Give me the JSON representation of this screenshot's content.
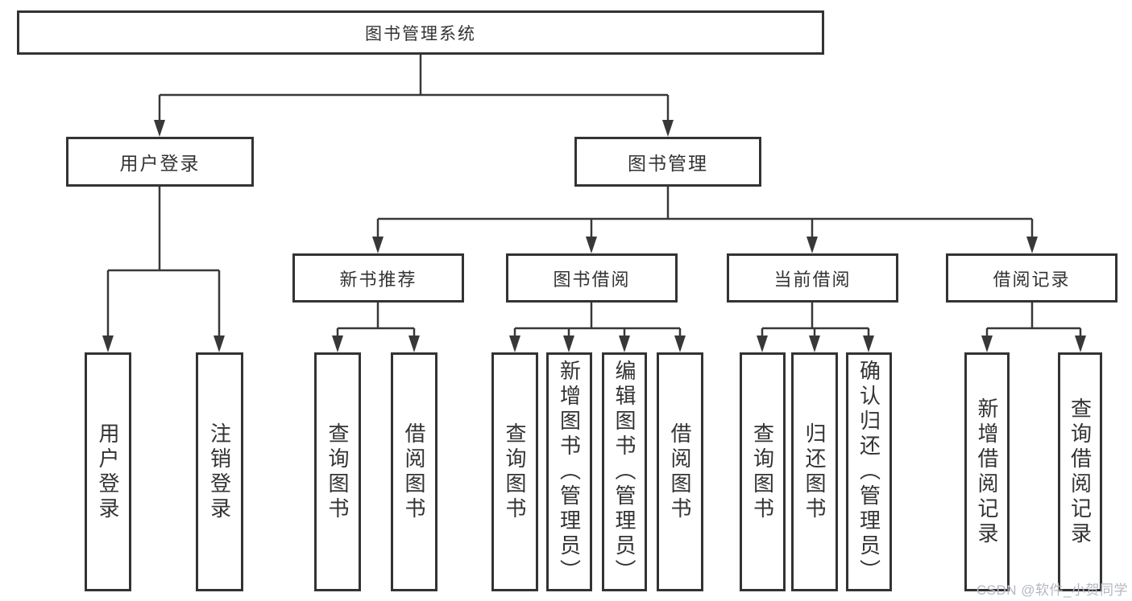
{
  "diagram": {
    "root": {
      "label": "图书管理系统"
    },
    "level2": [
      {
        "id": "user-login",
        "label": "用户登录"
      },
      {
        "id": "book-management",
        "label": "图书管理"
      }
    ],
    "level3": [
      {
        "id": "new-book-recommend",
        "label": "新书推荐"
      },
      {
        "id": "book-borrow",
        "label": "图书借阅"
      },
      {
        "id": "current-borrow",
        "label": "当前借阅"
      },
      {
        "id": "borrow-records",
        "label": "借阅记录"
      }
    ],
    "leaves": {
      "user_login": [
        {
          "label": "用户登录"
        },
        {
          "label": "注销登录"
        }
      ],
      "new_book": [
        {
          "label": "查询图书"
        },
        {
          "label": "借阅图书"
        }
      ],
      "book_borrow": [
        {
          "label": "查询图书"
        },
        {
          "label": "新增图书（管理员）"
        },
        {
          "label": "编辑图书（管理员）"
        },
        {
          "label": "借阅图书"
        }
      ],
      "current_borrow": [
        {
          "label": "查询图书"
        },
        {
          "label": "归还图书"
        },
        {
          "label": "确认归还（管理员）"
        }
      ],
      "borrow_records": [
        {
          "label": "新增借阅记录"
        },
        {
          "label": "查询借阅记录"
        }
      ]
    },
    "colors": {
      "line": "#383838",
      "border": "#333333",
      "text": "#333333",
      "watermark": "#b3b7bf",
      "background": "#ffffff"
    }
  },
  "watermark": {
    "text": "CSDN @软件_小贺同学"
  }
}
